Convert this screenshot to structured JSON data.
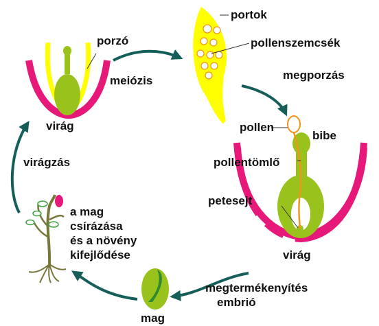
{
  "labels": {
    "porzo": "porzó",
    "meiozis": "meiózis",
    "virag_top": "virág",
    "portok": "portok",
    "pollenszemcsek": "pollenszemcsék",
    "megporzas": "megporzás",
    "pollen": "pollen",
    "bibe": "bibe",
    "pollentomlo": "pollentömlő",
    "petesejt": "petesejt",
    "virag_bottom": "virág",
    "viragzas": "virágzás",
    "germination_1": "a mag",
    "germination_2": "csírázása",
    "germination_3": "és a növény",
    "germination_4": "kifejlődése",
    "megtermekenyites": "megtermékenyítés",
    "embrio": "embrió",
    "mag": "mag"
  },
  "colors": {
    "petal": "#e6197a",
    "stamen_yellow": "#ffff00",
    "pistil_green": "#99c21d",
    "arrow": "#155e5a",
    "pollen_orange": "#f0961e",
    "seed_dark": "#2e8a2e",
    "stem_olive": "#78783c"
  }
}
